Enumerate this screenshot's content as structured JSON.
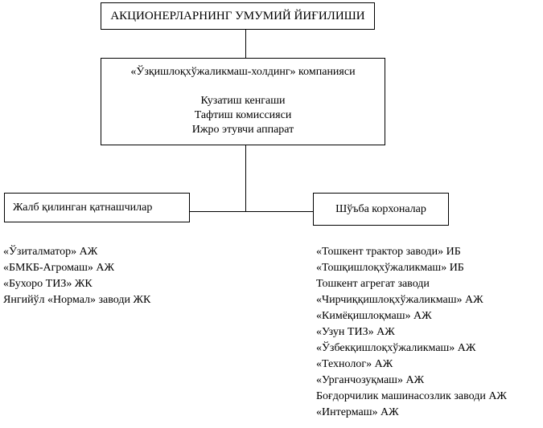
{
  "top_box": {
    "title": "АКЦИОНЕРЛАРНИНГ УМУМИЙ ЙИҒИЛИШИ"
  },
  "company_box": {
    "title": "«Ўзқишлоқхўжаликмаш-холдинг» компанияси",
    "bodies": [
      "Кузатиш кенгаши",
      "Тафтиш комиссияси",
      "Ижро этувчи аппарат"
    ]
  },
  "left_box": {
    "title": "Жалб қилинган қатнашчилар"
  },
  "right_box": {
    "title": "Шўъба корхоналар"
  },
  "left_list": [
    "«Ўзиталматор» АЖ",
    "«БМКБ-Агромаш» АЖ",
    "«Бухоро ТИЗ» ЖК",
    "Янгийўл «Нормал» заводи ЖК"
  ],
  "right_list": [
    "«Тошкент трактор заводи» ИБ",
    "«Тошқишлоқхўжаликмаш» ИБ",
    "Тошкент агрегат заводи",
    "«Чирчиққишлоқхўжаликмаш» АЖ",
    "«Кимёқишлоқмаш» АЖ",
    "«Узун ТИЗ» АЖ",
    "«Ўзбекқишлоқхўжаликмаш» АЖ",
    "«Технолог» АЖ",
    "«Урганчозуқмаш» АЖ",
    "Боғдорчилик машинасозлик заводи АЖ",
    "«Интермаш» АЖ"
  ]
}
